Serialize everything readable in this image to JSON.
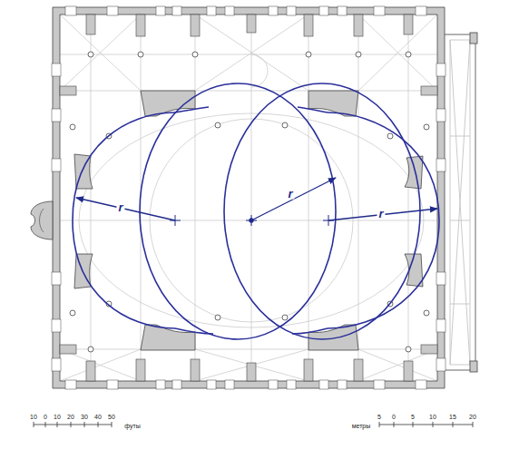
{
  "diagram": {
    "labels": [
      "r",
      "r",
      "r",
      "10",
      "0",
      "10",
      "20",
      "30",
      "40",
      "50",
      "футы",
      "5",
      "0",
      "5",
      "10",
      "15",
      "20",
      "метры"
    ]
  }
}
